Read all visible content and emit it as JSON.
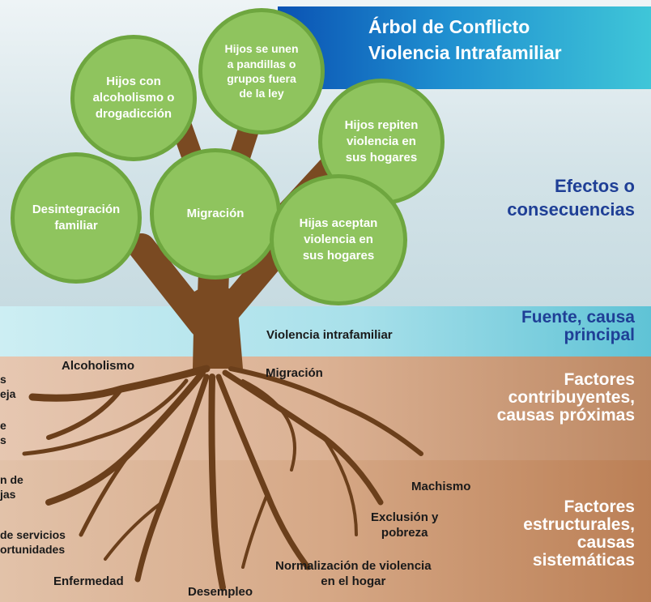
{
  "title": {
    "line1": "Árbol de Conflicto",
    "line2": "Violencia Intrafamiliar"
  },
  "sections": {
    "effects": {
      "line1": "Efectos o",
      "line2": "consecuencias"
    },
    "source": {
      "line1": "Fuente, causa",
      "line2": "principal"
    },
    "contributing": {
      "line1": "Factores",
      "line2": "contribuyentes,",
      "line3": "causas próximas"
    },
    "structural": {
      "line1": "Factores",
      "line2": "estructurales,",
      "line3": "causas",
      "line4": "sistemáticas"
    }
  },
  "leaves": {
    "alcoholism": {
      "l1": "Hijos con",
      "l2": "alcoholismo o",
      "l3": "drogadicción"
    },
    "gangs": {
      "l1": "Hijos se unen",
      "l2": "a pandillas o",
      "l3": "grupos fuera",
      "l4": "de la ley"
    },
    "sons_repeat": {
      "l1": "Hijos repiten",
      "l2": "violencia en",
      "l3": "sus hogares"
    },
    "disintegration": {
      "l1": "Desintegración",
      "l2": "familiar"
    },
    "migration": {
      "l1": "Migración"
    },
    "daughters_accept": {
      "l1": "Hijas aceptan",
      "l2": "violencia en",
      "l3": "sus hogares"
    }
  },
  "trunk_label": "Violencia intrafamiliar",
  "roots": {
    "alcoholismo": "Alcoholismo",
    "migracion": "Migración",
    "cut1_l1": "s",
    "cut1_l2": "eja",
    "cut2_l1": "e",
    "cut2_l2": "s",
    "cut3_l1": "n de",
    "cut3_l2": "jas",
    "cut4_l1": "de servicios",
    "cut4_l2": "ortunidades",
    "machismo": "Machismo",
    "exclusion_l1": "Exclusión y",
    "exclusion_l2": "pobreza",
    "normalizacion_l1": "Normalización de violencia",
    "normalizacion_l2": "en el hogar",
    "enfermedad": "Enfermedad",
    "desempleo": "Desempleo"
  },
  "colors": {
    "title_gradient": [
      "#0a52b3",
      "#3fc6d8"
    ],
    "leaf_fill": "#8fc45e",
    "leaf_border": "#6ea63f",
    "trunk": "#7a4a22",
    "section_blue_text": "#1f3f96"
  }
}
